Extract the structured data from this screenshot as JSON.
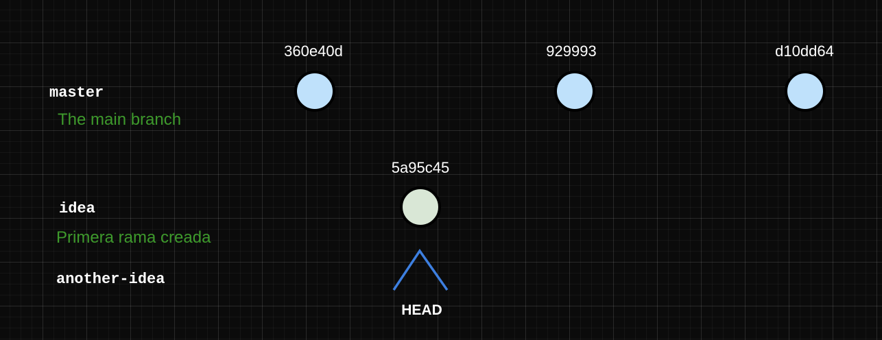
{
  "colors": {
    "edge": "#ffffff",
    "note": "#3e9a2c",
    "head_marker": "#3d7fe0",
    "commit_master": "#bfe1fb",
    "commit_branch": "#d9e7d6"
  },
  "commits": [
    {
      "id": "360e40d"
    },
    {
      "id": "929993"
    },
    {
      "id": "d10dd64"
    },
    {
      "id": "5a95c45"
    }
  ],
  "branches": [
    {
      "name": "master",
      "note": "The main branch"
    },
    {
      "name": "idea",
      "note": "Primera rama creada"
    },
    {
      "name": "another-idea",
      "note": ""
    }
  ],
  "head": {
    "label": "HEAD"
  }
}
